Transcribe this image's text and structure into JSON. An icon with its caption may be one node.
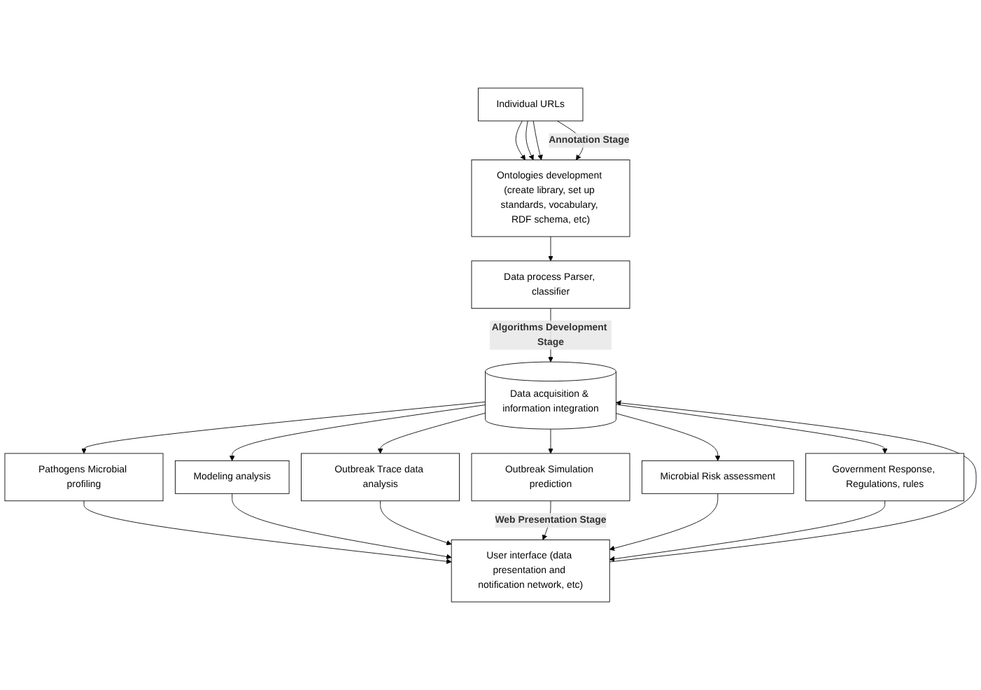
{
  "diagram": {
    "nodes": [
      {
        "text": [
          "Individual URLs"
        ]
      },
      {
        "text": [
          "Ontologies development (create library, set up standards, vocabulary, RDF schema, etc)"
        ]
      },
      {
        "text": [
          "Data process Parser, classifier"
        ]
      },
      {
        "text": [
          "Data acquisition & information integration"
        ]
      },
      {
        "text": [
          "Pathogens Microbial profiling"
        ]
      },
      {
        "text": [
          "Modeling analysis"
        ]
      },
      {
        "text": [
          "Outbreak Trace data analysis"
        ]
      },
      {
        "text": [
          "Outbreak Simulation prediction"
        ]
      },
      {
        "text": [
          "Microbial Risk assessment"
        ]
      },
      {
        "text": [
          "Government Response, Regulations, rules"
        ]
      },
      {
        "text": [
          "User interface (data presentation and notification network, etc)"
        ]
      }
    ],
    "edges": [
      {
        "from": 0,
        "to": 1,
        "arrow": "to"
      },
      {
        "from": 0,
        "to": 1,
        "arrow": "to"
      },
      {
        "from": 0,
        "to": 1,
        "arrow": "to"
      },
      {
        "from": 0,
        "to": 1,
        "arrow": "to",
        "label": "Annotation Stage"
      },
      {
        "from": 1,
        "to": 2,
        "arrow": "to"
      },
      {
        "from": 2,
        "to": 3,
        "arrow": "to",
        "label": "Algorithms Development Stage"
      },
      {
        "from": 3,
        "to": 4,
        "arrow": "to"
      },
      {
        "from": 3,
        "to": 5,
        "arrow": "to"
      },
      {
        "from": 3,
        "to": 6,
        "arrow": "to"
      },
      {
        "from": 3,
        "to": 7,
        "arrow": "to"
      },
      {
        "from": 3,
        "to": 8,
        "arrow": "to"
      },
      {
        "from": 3,
        "to": 9,
        "arrow": "to"
      },
      {
        "from": 4,
        "to": 10,
        "arrow": "to"
      },
      {
        "from": 5,
        "to": 10,
        "arrow": "to"
      },
      {
        "from": 6,
        "to": 10,
        "arrow": "to"
      },
      {
        "from": 7,
        "to": 10,
        "arrow": "to",
        "label": "Web Presentation Stage"
      },
      {
        "from": 8,
        "to": 10,
        "arrow": "to"
      },
      {
        "from": 9,
        "to": 10,
        "arrow": "to"
      },
      {
        "from": 10,
        "to": 3,
        "arrow": "to"
      }
    ]
  }
}
